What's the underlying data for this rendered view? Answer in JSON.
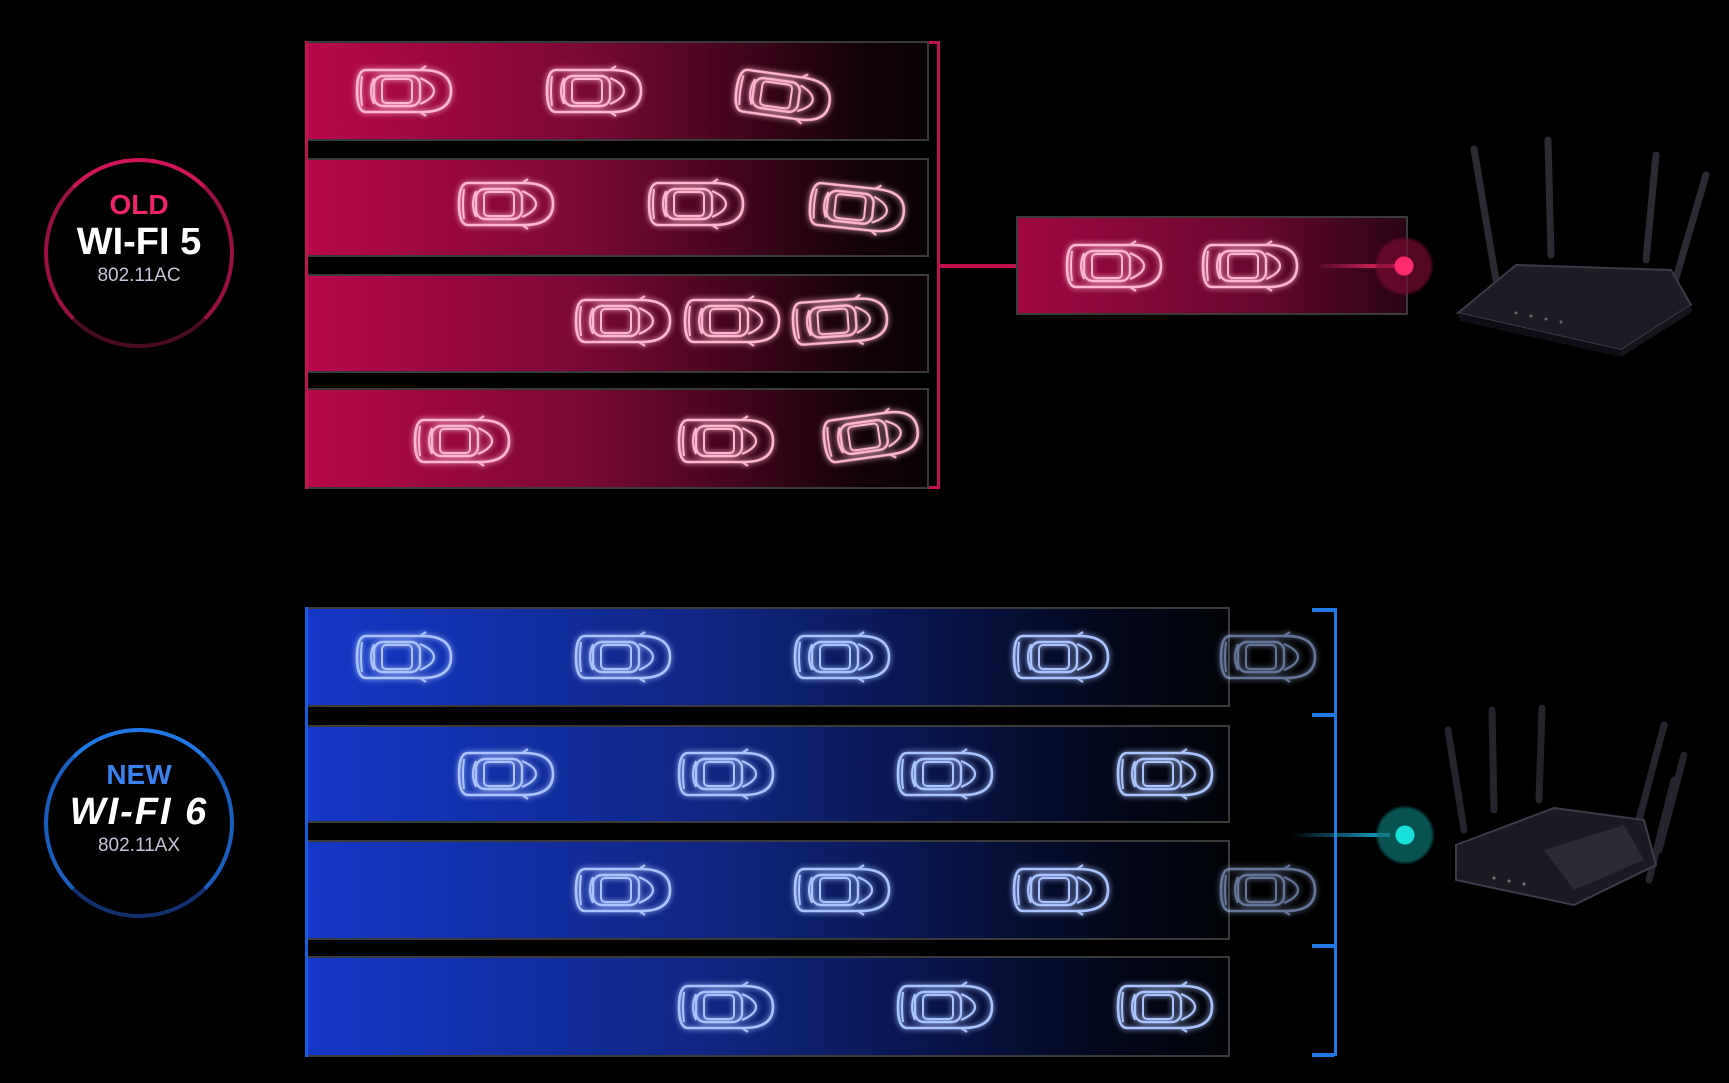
{
  "old": {
    "tag": "OLD",
    "name": "WI-FI 5",
    "standard": "802.11AC",
    "accent": "#d1145a"
  },
  "new": {
    "tag": "NEW",
    "name": "WI-FI 6",
    "standard": "802.11AX",
    "accent": "#1e78e6"
  },
  "colors": {
    "pink_car": "#ffb6d0",
    "blue_car": "#a9c4ff",
    "pink_dot": "#ff2b6e",
    "teal_dot": "#19d6d0"
  }
}
